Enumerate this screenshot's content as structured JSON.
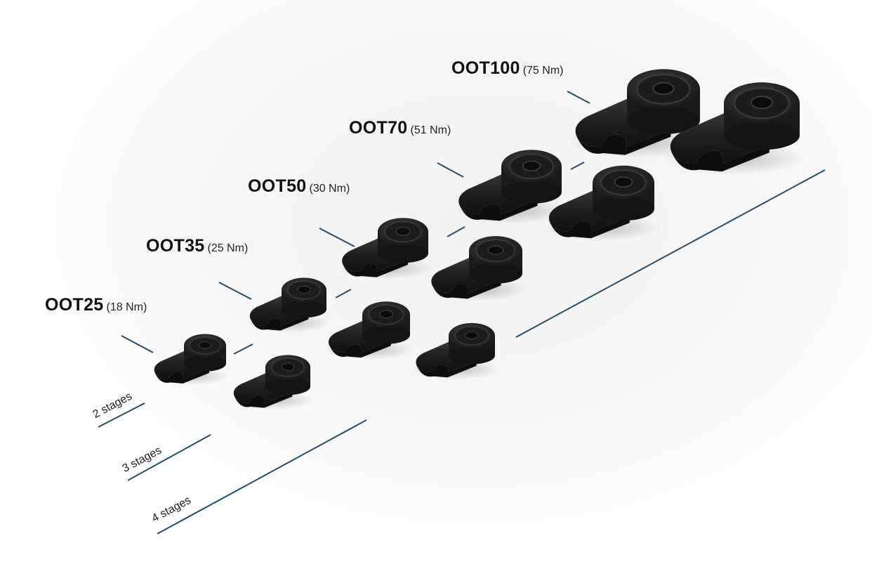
{
  "models": [
    {
      "name": "OOT25",
      "torque": "(18 Nm)"
    },
    {
      "name": "OOT35",
      "torque": "(25 Nm)"
    },
    {
      "name": "OOT50",
      "torque": "(30 Nm)"
    },
    {
      "name": "OOT70",
      "torque": "(51 Nm)"
    },
    {
      "name": "OOT100",
      "torque": "(75 Nm)"
    }
  ],
  "stages": {
    "two": "2 stages",
    "three": "3 stages",
    "four": "4 stages"
  },
  "colors": {
    "line": "#1f4f6e",
    "part": "#1c1c1c",
    "text": "#111111"
  }
}
